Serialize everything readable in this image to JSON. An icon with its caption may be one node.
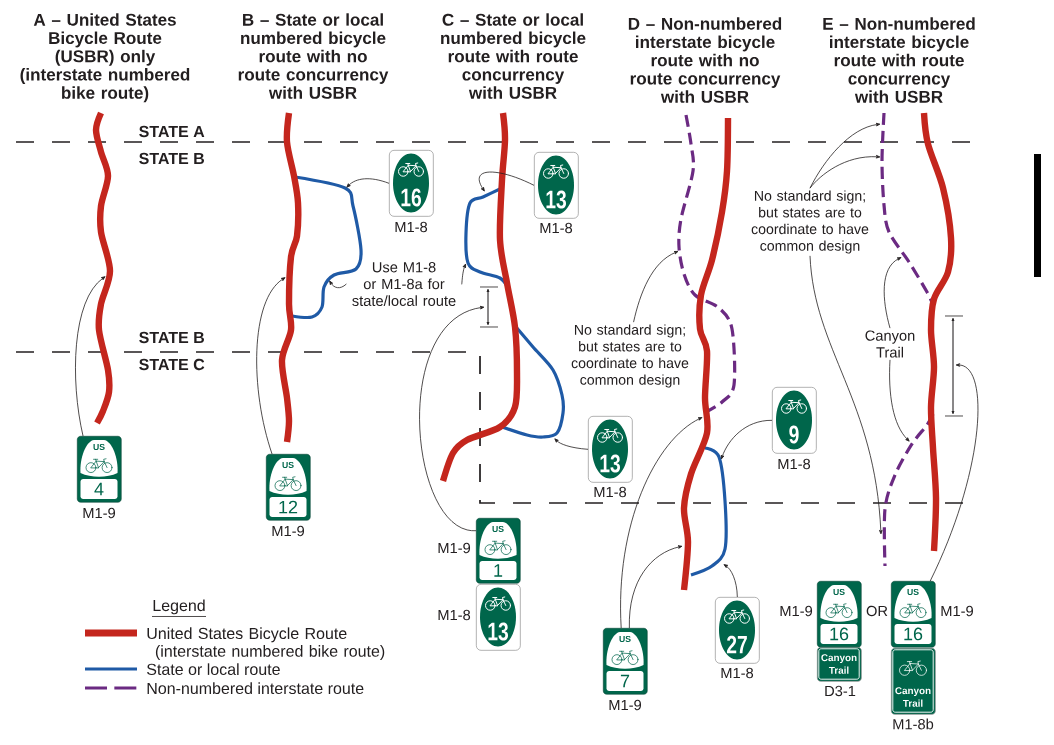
{
  "diagram": {
    "nodes": [
      {
        "text": [
          "US",
          "4"
        ],
        "beside": [
          "M1-9"
        ]
      },
      {
        "text": [
          "16"
        ],
        "beside": [
          "M1-8"
        ]
      },
      {
        "text": [
          "US",
          "12"
        ],
        "beside": [
          "M1-9"
        ]
      },
      {
        "text": [
          "Use M1-8 or M1-8a for state/local route"
        ]
      },
      {
        "text": [
          "13"
        ],
        "beside": [
          "M1-8"
        ]
      },
      {
        "text": [
          "13"
        ],
        "beside": [
          "M1-8"
        ]
      },
      {
        "text": [
          "US",
          "1"
        ],
        "beside": [
          "M1-9"
        ]
      },
      {
        "text": [
          "13"
        ],
        "beside": [
          "M1-8"
        ]
      },
      {
        "text": [
          "No standard sign; but states are to coordinate to have common design"
        ]
      },
      {
        "text": [
          "9"
        ],
        "beside": [
          "M1-8"
        ]
      },
      {
        "text": [
          "US",
          "7"
        ],
        "beside": [
          "M1-9"
        ]
      },
      {
        "text": [
          "27"
        ],
        "beside": [
          "M1-8"
        ]
      },
      {
        "text": [
          "No standard sign; but states are to coordinate to have common design"
        ]
      },
      {
        "text": [
          "Canyon Trail"
        ]
      },
      {
        "text": [
          "US",
          "16"
        ],
        "beside": [
          "M1-9"
        ]
      },
      {
        "text": [
          "Canyon Trail"
        ],
        "beside": [
          "D3-1"
        ]
      },
      {
        "text": [
          "US",
          "16"
        ],
        "beside": [
          "M1-9"
        ]
      },
      {
        "text": [
          "Canyon Trail"
        ],
        "beside": [
          "M1-8b"
        ]
      }
    ],
    "edges": [
      {
        "from": 0,
        "to": null,
        "arrow": "to"
      },
      {
        "from": 1,
        "to": null,
        "arrow": "to"
      },
      {
        "from": 2,
        "to": null,
        "arrow": "to"
      },
      {
        "from": 3,
        "to": null,
        "arrow": "to"
      },
      {
        "from": 3,
        "to": null,
        "arrow": "to"
      },
      {
        "from": 4,
        "to": null,
        "arrow": "to"
      },
      {
        "from": 5,
        "to": null,
        "arrow": "to"
      },
      {
        "from": 6,
        "to": null,
        "arrow": "to"
      },
      {
        "from": 8,
        "to": null,
        "arrow": "to"
      },
      {
        "from": 9,
        "to": null,
        "arrow": "to"
      },
      {
        "from": 10,
        "to": null,
        "arrow": "to"
      },
      {
        "from": 10,
        "to": null,
        "arrow": "to"
      },
      {
        "from": 11,
        "to": null,
        "arrow": "to"
      },
      {
        "from": 12,
        "to": null,
        "arrow": "to"
      },
      {
        "from": 12,
        "to": null,
        "arrow": "to"
      },
      {
        "from": 12,
        "to": null,
        "arrow": "to"
      },
      {
        "from": 13,
        "to": null,
        "arrow": "to"
      },
      {
        "from": 13,
        "to": null,
        "arrow": "to"
      },
      {
        "from": 16,
        "to": null,
        "arrow": "to"
      }
    ],
    "labels": [
      "A – United States Bicycle Route (USBR) only (interstate numbered bike route)",
      "B – State or local numbered bicycle route with no route concurrency with USBR",
      "C – State or local numbered bicycle route with route concurrency with USBR",
      "D – Non-numbered interstate bicycle route with no route concurrency with USBR",
      "E – Non-numbered interstate bicycle route with route concurrency with USBR",
      "STATE A",
      "STATE B",
      "STATE B",
      "STATE C",
      "OR",
      "Legend"
    ],
    "legend": [
      {
        "text": "United States Bicycle Route (interstate numbered bike route)"
      },
      {
        "text": "State or local route"
      },
      {
        "text": "Non-numbered interstate route"
      }
    ]
  }
}
